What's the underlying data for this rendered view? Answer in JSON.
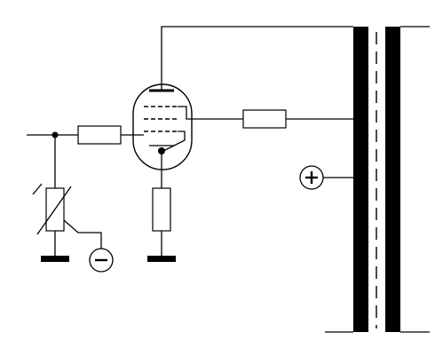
{
  "diagram": {
    "type": "vacuum-tube-amplifier-schematic",
    "components": [
      "input-wire",
      "grid-resistor",
      "potentiometer",
      "tube-pentode",
      "cathode-resistor",
      "screen-resistor",
      "output-transformer",
      "positive-supply-terminal",
      "negative-bias-terminal",
      "ground-symbols"
    ],
    "labels": {
      "positive_terminal": "+",
      "negative_terminal": "−"
    }
  }
}
